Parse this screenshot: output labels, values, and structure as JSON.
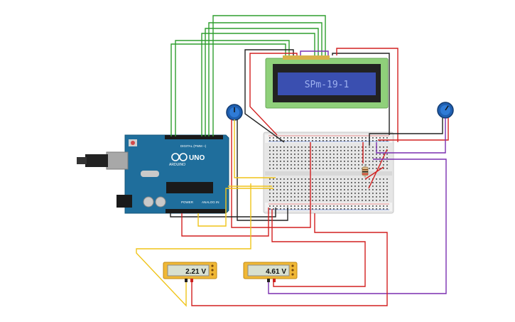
{
  "lcd": {
    "text": "SPm-19-1",
    "screen_color": "#3a4fb0",
    "text_color": "#9fb2f0",
    "frame_color": "#8fd07a"
  },
  "arduino": {
    "logo_text": "ARDUINO",
    "model": "UNO",
    "digital_label": "DIGITAL (PWM ~)",
    "power_label": "POWER",
    "analog_label": "ANALOG IN",
    "board_color": "#1f6e9c"
  },
  "multimeters": [
    {
      "reading": "2.21 V"
    },
    {
      "reading": "4.61 V"
    }
  ],
  "wire_colors": {
    "green": "#2e9e2e",
    "red": "#d22020",
    "black": "#222222",
    "yellow": "#f0c419",
    "purple": "#7a2fb0"
  }
}
